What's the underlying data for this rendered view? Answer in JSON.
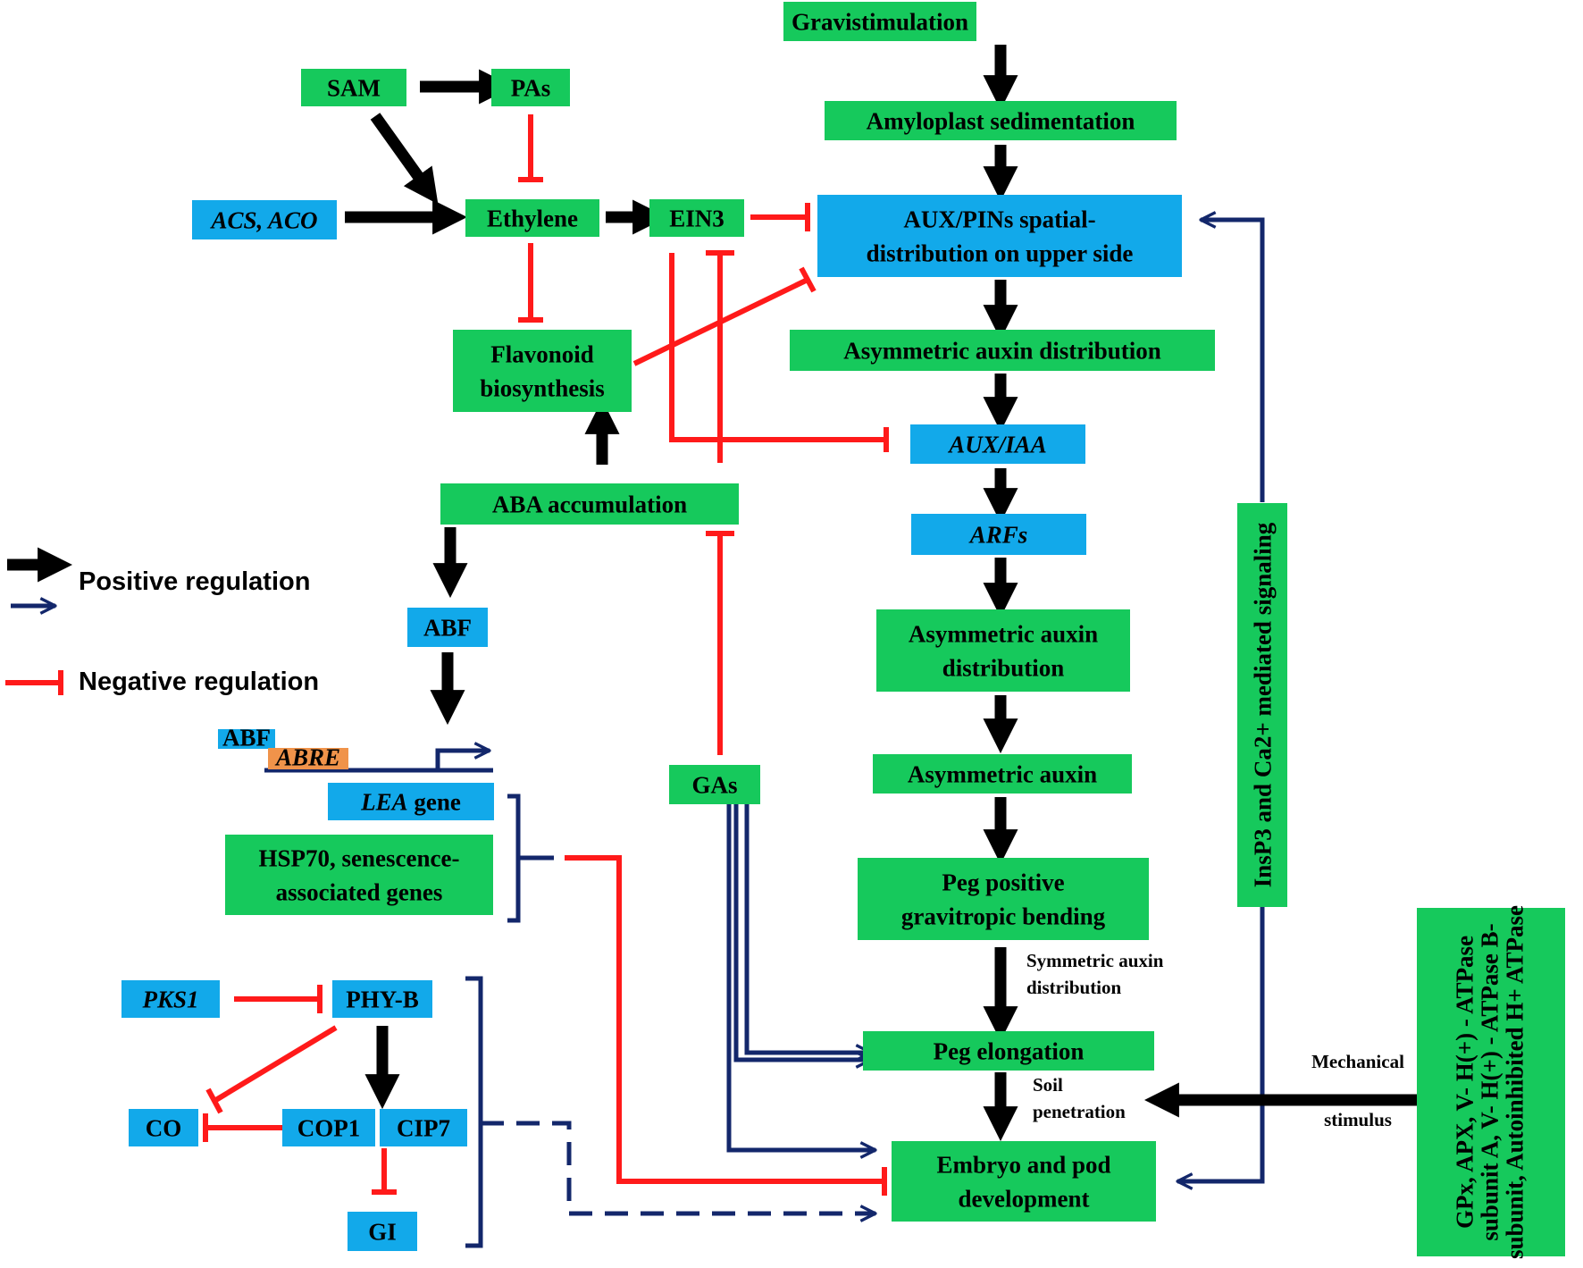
{
  "colors": {
    "green": "#16c95c",
    "blue": "#12a9ea",
    "orange": "#f0934a",
    "positive": "#000000",
    "negative": "#ff1a1a",
    "signal": "#13276b"
  },
  "nodes": [
    {
      "id": "gravistimulation",
      "name": "node-gravistimulation",
      "color": "green",
      "lines": [
        "Gravistimulation"
      ]
    },
    {
      "id": "amyloplast",
      "name": "node-amyloplast-sedimentation",
      "color": "green",
      "lines": [
        "Amyloplast sedimentation"
      ]
    },
    {
      "id": "auxpins",
      "name": "node-aux-pins-distribution",
      "color": "blue",
      "lines": [
        "AUX/PINs spatial-",
        "distribution on upper side"
      ]
    },
    {
      "id": "asym1",
      "name": "node-asymmetric-auxin-distribution-1",
      "color": "green",
      "lines": [
        "Asymmetric auxin distribution"
      ]
    },
    {
      "id": "auxiaa",
      "name": "node-aux-iaa",
      "color": "blue",
      "italic": true,
      "lines": [
        "AUX/IAA"
      ]
    },
    {
      "id": "arfs",
      "name": "node-arfs",
      "color": "blue",
      "italic": true,
      "lines": [
        "ARFs"
      ]
    },
    {
      "id": "asym2",
      "name": "node-asymmetric-auxin-distribution-2",
      "color": "green",
      "lines": [
        "Asymmetric auxin",
        "distribution"
      ]
    },
    {
      "id": "asym3",
      "name": "node-asymmetric-auxin",
      "color": "green",
      "lines": [
        "Asymmetric auxin"
      ]
    },
    {
      "id": "pegbend",
      "name": "node-peg-gravitropic-bending",
      "color": "green",
      "lines": [
        "Peg positive",
        "gravitropic bending"
      ]
    },
    {
      "id": "pegelong",
      "name": "node-peg-elongation",
      "color": "green",
      "lines": [
        "Peg elongation"
      ]
    },
    {
      "id": "embryo",
      "name": "node-embryo-pod-development",
      "color": "green",
      "lines": [
        "Embryo and pod",
        "development"
      ]
    },
    {
      "id": "sam",
      "name": "node-sam",
      "color": "green",
      "lines": [
        "SAM"
      ]
    },
    {
      "id": "pas",
      "name": "node-pas",
      "color": "green",
      "lines": [
        "PAs"
      ]
    },
    {
      "id": "acs",
      "name": "node-acs-aco",
      "color": "blue",
      "italic": true,
      "lines": [
        "ACS, ACO"
      ]
    },
    {
      "id": "ethylene",
      "name": "node-ethylene",
      "color": "green",
      "lines": [
        "Ethylene"
      ]
    },
    {
      "id": "ein3",
      "name": "node-ein3",
      "color": "green",
      "lines": [
        "EIN3"
      ]
    },
    {
      "id": "flavonoid",
      "name": "node-flavonoid-biosynthesis",
      "color": "green",
      "lines": [
        "Flavonoid",
        "biosynthesis"
      ]
    },
    {
      "id": "aba",
      "name": "node-aba-accumulation",
      "color": "green",
      "lines": [
        "ABA accumulation"
      ]
    },
    {
      "id": "abf",
      "name": "node-abf",
      "color": "blue",
      "lines": [
        "ABF"
      ]
    },
    {
      "id": "abf_small",
      "name": "node-abf-small",
      "color": "blue",
      "small": true,
      "lines": [
        "ABF"
      ]
    },
    {
      "id": "abre",
      "name": "node-abre",
      "color": "orange",
      "small": true,
      "italic": true,
      "lines": [
        "ABRE"
      ]
    },
    {
      "id": "lea",
      "name": "node-lea-gene",
      "color": "blue",
      "runs": [
        {
          "text": "LEA",
          "italic": true
        },
        {
          "text": " gene",
          "italic": false
        }
      ]
    },
    {
      "id": "hsp70",
      "name": "node-hsp70-senescence",
      "color": "green",
      "lines": [
        "HSP70, senescence-",
        "associated  genes"
      ]
    },
    {
      "id": "gas",
      "name": "node-gas",
      "color": "green",
      "lines": [
        "GAs"
      ]
    },
    {
      "id": "pks1",
      "name": "node-pks1",
      "color": "blue",
      "italic": true,
      "lines": [
        "PKS1"
      ]
    },
    {
      "id": "phyb",
      "name": "node-phy-b",
      "color": "blue",
      "lines": [
        "PHY-B"
      ]
    },
    {
      "id": "co",
      "name": "node-co",
      "color": "blue",
      "lines": [
        "CO"
      ]
    },
    {
      "id": "cop1",
      "name": "node-cop1",
      "color": "blue",
      "lines": [
        "COP1"
      ]
    },
    {
      "id": "cip7",
      "name": "node-cip7",
      "color": "blue",
      "lines": [
        "CIP7"
      ]
    },
    {
      "id": "gi",
      "name": "node-gi",
      "color": "blue",
      "lines": [
        "GI"
      ]
    },
    {
      "id": "insp3",
      "name": "node-insp3-ca-signaling",
      "color": "green",
      "vertical": true,
      "lines": [
        "InsP3 and Ca2+ mediated signaling"
      ]
    },
    {
      "id": "atpase",
      "name": "node-gpx-atpase-proteins",
      "color": "green",
      "vertical": true,
      "small": true,
      "lines": [
        "GPx,  APX,  V-  H(+)  -  ATPase",
        "subunit A, V- H(+) - ATPase B-",
        "subunit, Autoinhibited H+ ATPase"
      ]
    }
  ],
  "annotations": [
    {
      "id": "sym",
      "name": "note-symmetric-auxin-distribution",
      "lines": [
        "Symmetric auxin",
        "distribution"
      ]
    },
    {
      "id": "soil",
      "name": "note-soil-penetration",
      "lines": [
        "Soil",
        "penetration"
      ]
    },
    {
      "id": "mech1",
      "name": "note-mechanical",
      "lines": [
        "Mechanical"
      ]
    },
    {
      "id": "mech2",
      "name": "note-stimulus",
      "lines": [
        "stimulus"
      ]
    }
  ],
  "legend": {
    "positive": "Positive regulation",
    "negative": "Negative regulation"
  }
}
